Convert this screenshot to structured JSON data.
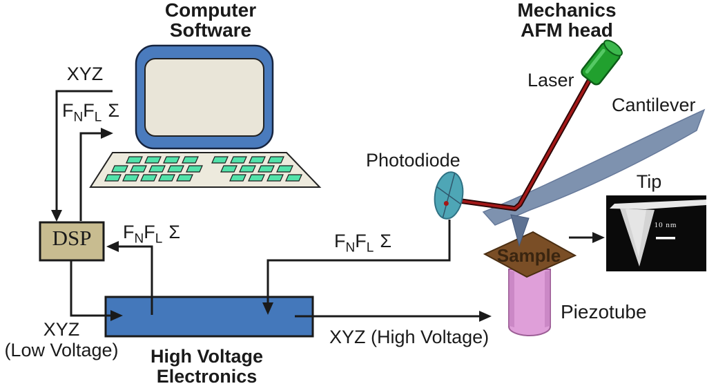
{
  "labels": {
    "computer_software": {
      "line1": "Computer",
      "line2": "Software"
    },
    "mechanics": {
      "line1": "Mechanics",
      "line2": "AFM head"
    },
    "laser": "Laser",
    "cantilever": "Cantilever",
    "photodiode": "Photodiode",
    "tip": "Tip",
    "sample": "Sample",
    "piezotube": "Piezotube",
    "dsp": "DSP",
    "high_voltage": {
      "line1": "High Voltage",
      "line2": "Electronics"
    },
    "xyz": "XYZ",
    "xyz_low": {
      "line1": "XYZ",
      "line2": "(Low Voltage)"
    },
    "xyz_high": "XYZ (High Voltage)",
    "sem_scale": "10 nm"
  },
  "signal": {
    "f1": "F",
    "sub_n": "N",
    "f2": "F",
    "sub_l": "L",
    "sigma": "Σ"
  },
  "colors": {
    "line": "#1a1a1a",
    "monitor_blue": "#4a7bbd",
    "screen_beige": "#e9e5d8",
    "keyboard_beige": "#edeadd",
    "key_green": "#52e2aa",
    "dsp_tan": "#c8bc90",
    "hv_blue": "#4478bb",
    "laser_green": "#21a02e",
    "beam_red": "#a31818",
    "cantilever_gray": "#7e92af",
    "tip_gray": "#5e7292",
    "photodiode_teal": "#4ea6b6",
    "sample_brown": "#7a4e26",
    "piezo_pink": "#df9fd9",
    "sem_black": "#0a0a0a"
  }
}
